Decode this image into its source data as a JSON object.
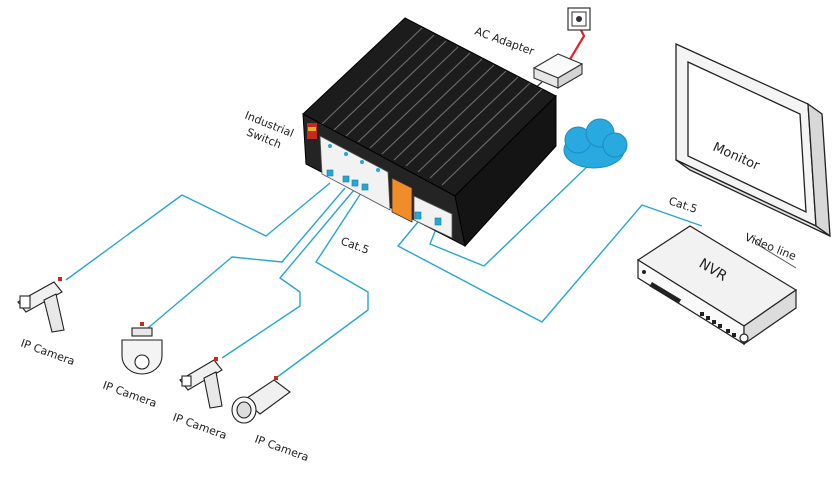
{
  "labels": {
    "industrial_switch": [
      "Industrial",
      "Switch"
    ],
    "ac_adapter": "AC Adapter",
    "monitor": "Monitor",
    "nvr": "NVR",
    "video_line": "Video line",
    "cat5_left": "Cat.5",
    "cat5_right": "Cat.5",
    "cameras": [
      "IP Camera",
      "IP Camera",
      "IP Camera",
      "IP Camera"
    ]
  },
  "colors": {
    "cable": "#27a6d3",
    "power_cable": "#e0232b",
    "cloud": "#28a9df",
    "switch_body": "#1c1c1c",
    "outline": "#222222"
  }
}
